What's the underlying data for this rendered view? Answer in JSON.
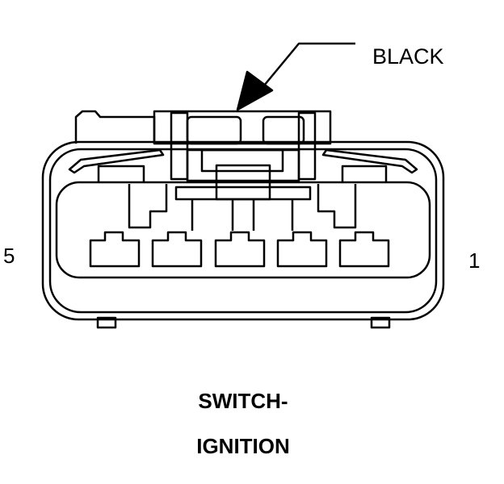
{
  "callout": {
    "label": "BLACK"
  },
  "pins": {
    "left": "5",
    "right": "1"
  },
  "title": {
    "line1": "SWITCH-",
    "line2": "IGNITION"
  },
  "colors": {
    "stroke": "#000000",
    "background": "#ffffff"
  }
}
